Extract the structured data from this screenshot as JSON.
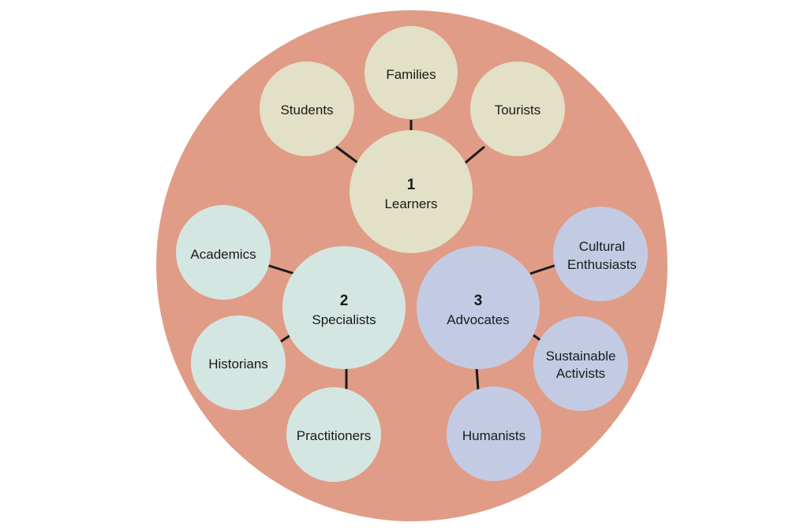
{
  "colors": {
    "outer": "#e09c86",
    "learners": "#e2e0c6",
    "specialists": "#d4e6e2",
    "advocates": "#c3cbe4"
  },
  "groups": {
    "learners": {
      "number": "1",
      "name": "Learners",
      "members": [
        "Families",
        "Students",
        "Tourists"
      ]
    },
    "specialists": {
      "number": "2",
      "name": "Specialists",
      "members": [
        "Academics",
        "Historians",
        "Practitioners"
      ]
    },
    "advocates": {
      "number": "3",
      "name": "Advocates",
      "members": [
        [
          "Cultural",
          "Enthusiasts"
        ],
        [
          "Sustainable",
          "Activists"
        ],
        "Humanists"
      ]
    }
  }
}
